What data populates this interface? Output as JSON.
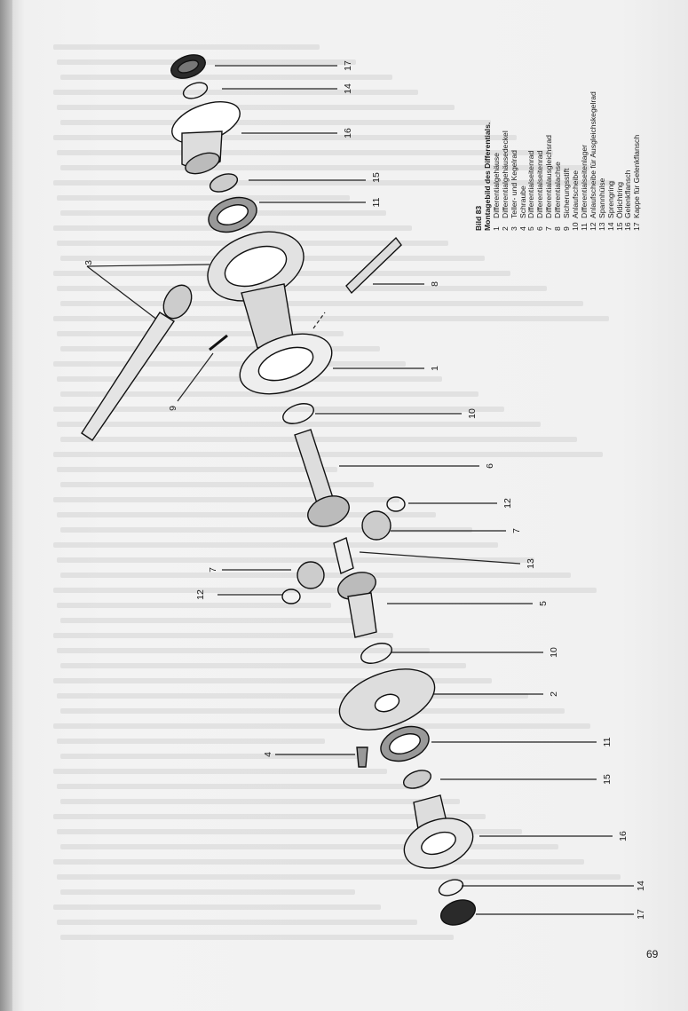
{
  "figure": {
    "label": "Bild 83",
    "title": "Montagebild des Differentials.",
    "legend": [
      {
        "num": "1",
        "text": "Differentialgehäuse"
      },
      {
        "num": "2",
        "text": "Differentialgehäusedeckel"
      },
      {
        "num": "3",
        "text": "Teller- und Kegelrad"
      },
      {
        "num": "4",
        "text": "Schraube"
      },
      {
        "num": "5",
        "text": "Differentialseitenrad"
      },
      {
        "num": "6",
        "text": "Differentialseitenrad"
      },
      {
        "num": "7",
        "text": "Differentialausgleichsrad"
      },
      {
        "num": "8",
        "text": "Differentialachse"
      },
      {
        "num": "9",
        "text": "Sicherungsstift"
      },
      {
        "num": "10",
        "text": "Anlaufscheibe"
      },
      {
        "num": "11",
        "text": "Differentialseitenlager"
      },
      {
        "num": "12",
        "text": "Anlaufscheibe für Ausgleichskegelrad"
      },
      {
        "num": "13",
        "text": "Spannhülse"
      },
      {
        "num": "14",
        "text": "Sprengring"
      },
      {
        "num": "15",
        "text": "Öldichtring"
      },
      {
        "num": "16",
        "text": "Gelenkflansch"
      },
      {
        "num": "17",
        "text": "Kappe für Gelenkflansch"
      }
    ]
  },
  "callouts": [
    "17",
    "14",
    "16",
    "15",
    "11",
    "3",
    "8",
    "1",
    "9",
    "10",
    "6",
    "12",
    "7",
    "13",
    "7",
    "12",
    "5",
    "10",
    "2",
    "4",
    "11",
    "15",
    "16",
    "14",
    "17"
  ],
  "page_number": "69"
}
